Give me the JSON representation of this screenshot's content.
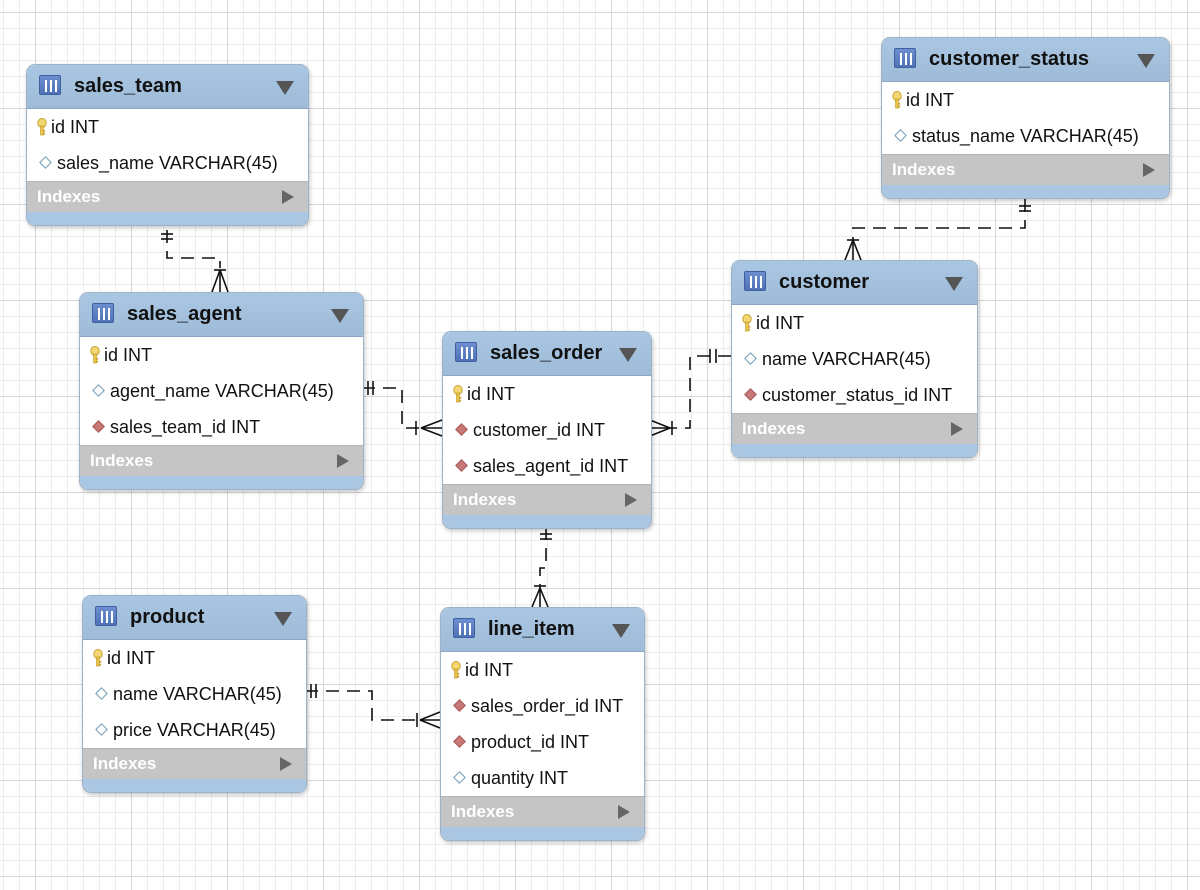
{
  "indexes_label": "Indexes",
  "colors": {
    "header": "#a9c6e2",
    "foreign_key": "#c97878",
    "indexes_bar": "#c5c5c5",
    "grid": "#d6d6d6"
  },
  "tables": {
    "sales_team": {
      "name": "sales_team",
      "columns": [
        {
          "text": "id INT",
          "kind": "pk"
        },
        {
          "text": "sales_name VARCHAR(45)",
          "kind": "col"
        }
      ]
    },
    "sales_agent": {
      "name": "sales_agent",
      "columns": [
        {
          "text": "id INT",
          "kind": "pk"
        },
        {
          "text": "agent_name VARCHAR(45)",
          "kind": "col"
        },
        {
          "text": "sales_team_id INT",
          "kind": "fk"
        }
      ]
    },
    "sales_order": {
      "name": "sales_order",
      "columns": [
        {
          "text": "id INT",
          "kind": "pk"
        },
        {
          "text": "customer_id INT",
          "kind": "fk"
        },
        {
          "text": "sales_agent_id INT",
          "kind": "fk"
        }
      ]
    },
    "customer": {
      "name": "customer",
      "columns": [
        {
          "text": "id INT",
          "kind": "pk"
        },
        {
          "text": "name VARCHAR(45)",
          "kind": "col"
        },
        {
          "text": "customer_status_id INT",
          "kind": "fk"
        }
      ]
    },
    "customer_status": {
      "name": "customer_status",
      "columns": [
        {
          "text": "id INT",
          "kind": "pk"
        },
        {
          "text": "status_name VARCHAR(45)",
          "kind": "col"
        }
      ]
    },
    "product": {
      "name": "product",
      "columns": [
        {
          "text": "id INT",
          "kind": "pk"
        },
        {
          "text": "name VARCHAR(45)",
          "kind": "col"
        },
        {
          "text": "price VARCHAR(45)",
          "kind": "col"
        }
      ]
    },
    "line_item": {
      "name": "line_item",
      "columns": [
        {
          "text": "id INT",
          "kind": "pk"
        },
        {
          "text": "sales_order_id INT",
          "kind": "fk"
        },
        {
          "text": "product_id INT",
          "kind": "fk"
        },
        {
          "text": "quantity INT",
          "kind": "col"
        }
      ]
    }
  },
  "relationships": [
    {
      "one": "sales_team",
      "many": "sales_agent"
    },
    {
      "one": "sales_agent",
      "many": "sales_order"
    },
    {
      "one": "customer",
      "many": "sales_order"
    },
    {
      "one": "customer_status",
      "many": "customer"
    },
    {
      "one": "sales_order",
      "many": "line_item"
    },
    {
      "one": "product",
      "many": "line_item"
    }
  ]
}
